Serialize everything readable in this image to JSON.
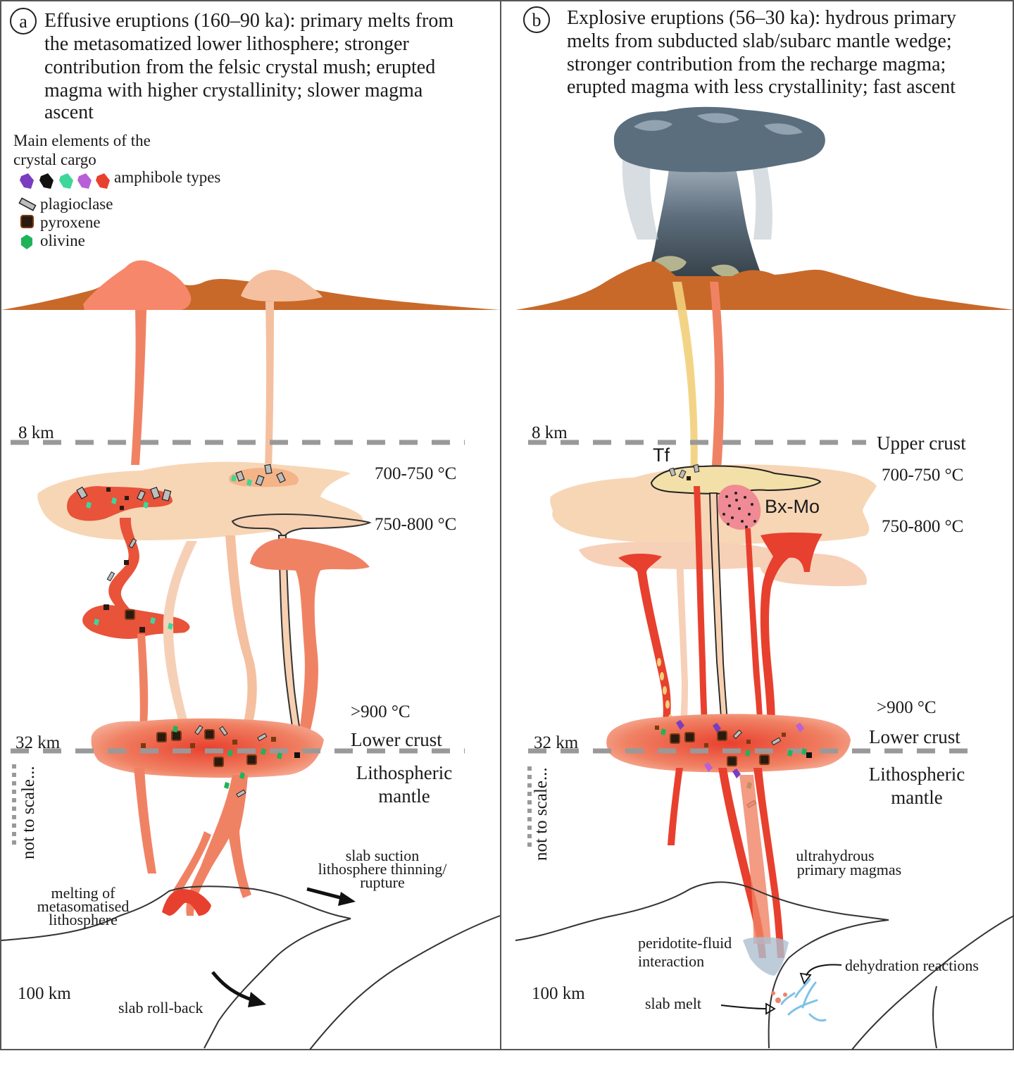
{
  "panel_a": {
    "letter": "a",
    "title_lines": [
      "Effusive eruptions (160–90 ka): primary melts from",
      "the metasomatized lower lithosphere; stronger",
      "contribution from the felsic crystal mush; erupted",
      "magma with higher crystallinity; slower magma",
      "ascent"
    ],
    "legend": {
      "heading_lines": [
        "Main elements of the",
        "crystal cargo"
      ],
      "amphibole_label": "amphibole types",
      "plagioclase_label": "plagioclase",
      "pyroxene_label": "pyroxene",
      "olivine_label": "olivine",
      "amphibole_colors": [
        "#7a3cc0",
        "#111111",
        "#3ed69a",
        "#b760d8",
        "#e8402e"
      ]
    },
    "depth_8": "8 km",
    "depth_32": "32 km",
    "depth_100": "100 km",
    "temp_700": "700-750 °C",
    "temp_750": "750-800 °C",
    "temp_900": ">900 °C",
    "lower_crust": "Lower crust",
    "litho_lines": [
      "Lithospheric",
      "mantle"
    ],
    "not_to_scale": "not to scale...",
    "slab_suction_lines": [
      "slab suction",
      "lithosphere thinning/",
      "rupture"
    ],
    "melting_lines": [
      "melting of",
      "metasomatised",
      "lithosphere"
    ],
    "slab_rollback": "slab roll-back"
  },
  "panel_b": {
    "letter": "b",
    "title_lines": [
      "Explosive eruptions (56–30 ka): hydrous primary",
      "melts from subducted slab/subarc mantle wedge;",
      "stronger contribution from the recharge magma;",
      "erupted magma with less crystallinity; fast ascent"
    ],
    "depth_8": "8 km",
    "depth_32": "32 km",
    "depth_100": "100 km",
    "upper_crust": "Upper crust",
    "temp_700": "700-750 °C",
    "temp_750": "750-800 °C",
    "temp_900": ">900 °C",
    "tf": "Tf",
    "bxmo": "Bx-Mo",
    "lower_crust": "Lower crust",
    "litho_lines": [
      "Lithospheric",
      "mantle"
    ],
    "not_to_scale": "not to scale...",
    "ultrahydrous_lines": [
      "ultrahydrous",
      "primary magmas"
    ],
    "peridotite_lines": [
      "peridotite-fluid",
      "interaction"
    ],
    "dehydration": "dehydration reactions",
    "slab_melt": "slab melt"
  },
  "colors": {
    "crust": "#c8692a",
    "magma_salmon": "#f08264",
    "magma_red": "#e8402e",
    "mush_peach": "#f4c9a6",
    "felsic_yellow": "#f2cf7a",
    "plagioclase": "#b9b9b9",
    "pyroxene": "#2a1a10",
    "olivine": "#1f8f4a",
    "ash_cloud": "#56687a",
    "fluid_blue": "#7ec3e6"
  }
}
